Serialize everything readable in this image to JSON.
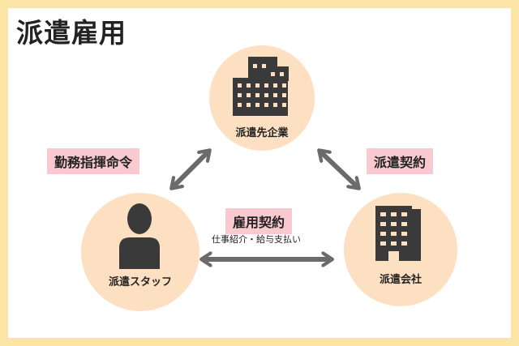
{
  "title": "派遣雇用",
  "nodes": {
    "client": {
      "label": "派遣先企業",
      "icon": "office-building-icon"
    },
    "staff": {
      "label": "派遣スタッフ",
      "icon": "person-icon"
    },
    "agency": {
      "label": "派遣会社",
      "icon": "apartment-building-icon"
    }
  },
  "relations": {
    "command": {
      "label": "勤務指揮命令"
    },
    "dispatch": {
      "label": "派遣契約"
    },
    "employment": {
      "label": "雇用契約",
      "detail": "仕事紹介・給与支払い"
    }
  },
  "colors": {
    "border": "#fbe4a5",
    "circle": "#fde0c2",
    "tag": "#f8c9cf",
    "icon": "#3a3a3a",
    "arrow": "#6b6b6b"
  }
}
